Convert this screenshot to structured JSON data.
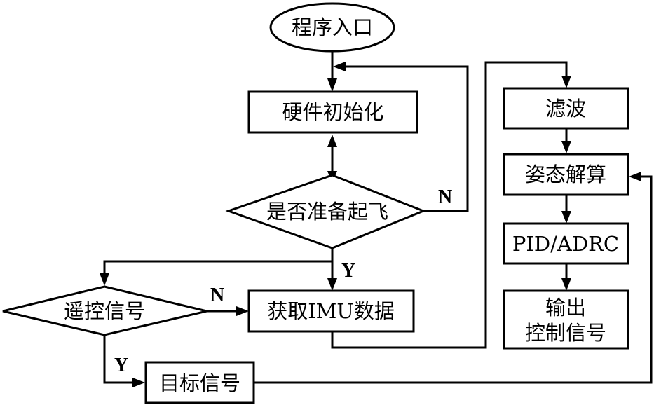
{
  "diagram": {
    "type": "flowchart",
    "nodes": {
      "start": {
        "label": "程序入口",
        "shape": "ellipse"
      },
      "hw_init": {
        "label": "硬件初始化",
        "shape": "process"
      },
      "ready_check": {
        "label": "是否准备起飞",
        "shape": "decision"
      },
      "get_imu": {
        "label": "获取IMU数据",
        "shape": "process"
      },
      "remote_check": {
        "label": "遥控信号",
        "shape": "decision"
      },
      "target_signal": {
        "label": "目标信号",
        "shape": "process"
      },
      "filter": {
        "label": "滤波",
        "shape": "process"
      },
      "attitude": {
        "label": "姿态解算",
        "shape": "process"
      },
      "controller": {
        "label": "PID/ADRC",
        "shape": "process"
      },
      "output": {
        "label_line1": "输出",
        "label_line2": "控制信号",
        "shape": "process"
      }
    },
    "edge_labels": {
      "ready_no": "N",
      "ready_yes": "Y",
      "remote_no": "N",
      "remote_yes": "Y"
    },
    "edges": [
      {
        "from": "start",
        "to": "hw_init"
      },
      {
        "from": "hw_init",
        "to": "ready_check",
        "bidirectional": true
      },
      {
        "from": "ready_check",
        "to": "hw_init",
        "label": "N"
      },
      {
        "from": "ready_check",
        "to": "get_imu",
        "label": "Y"
      },
      {
        "from": "ready_check",
        "to": "remote_check"
      },
      {
        "from": "remote_check",
        "to": "get_imu",
        "label": "N"
      },
      {
        "from": "remote_check",
        "to": "target_signal",
        "label": "Y"
      },
      {
        "from": "get_imu",
        "to": "filter"
      },
      {
        "from": "filter",
        "to": "attitude"
      },
      {
        "from": "attitude",
        "to": "controller"
      },
      {
        "from": "controller",
        "to": "output"
      },
      {
        "from": "target_signal",
        "to": "attitude"
      }
    ]
  }
}
